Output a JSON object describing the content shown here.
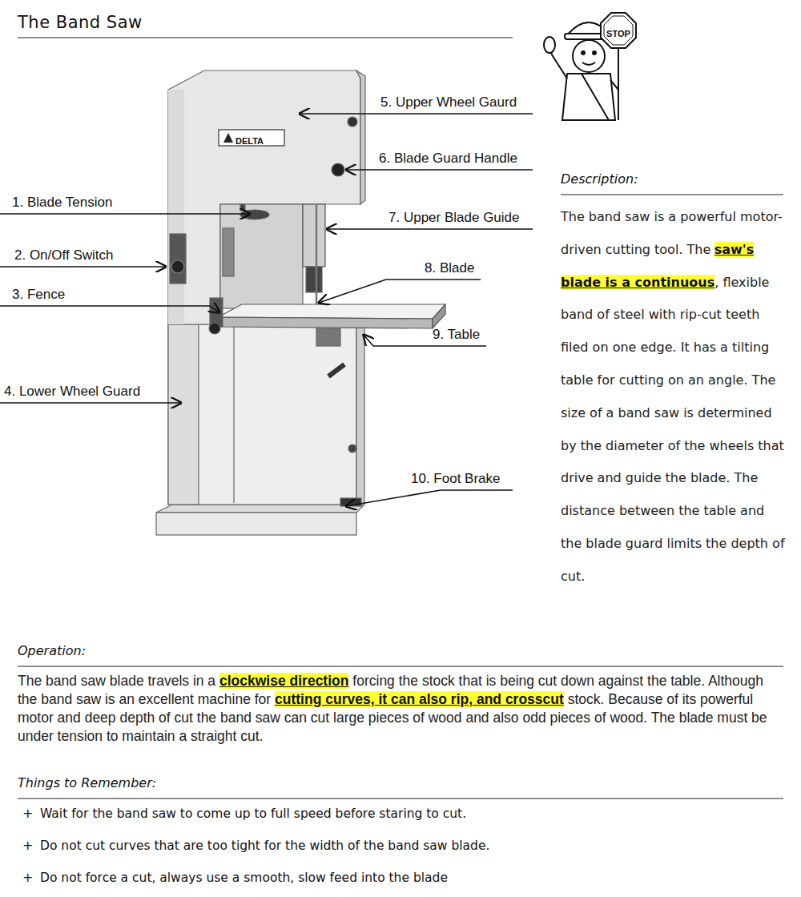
{
  "diagram": {
    "title": "The Band Saw",
    "labels": [
      "STOP",
      "5. Upper Wheel Gaurd",
      "DELTA",
      "6. Blade Guard Handle",
      "1. Blade Tension",
      "Description:",
      "7. Upper Blade Guide",
      "2. On/Off Switch",
      "8. Blade",
      "3. Fence",
      "9. Table",
      "4. Lower Wheel Guard",
      "10. Foot Brake",
      "The band saw is a powerful motor-driven cutting tool. The",
      "saw's blade is a continuous",
      ", flexible band of steel with rip-cut teeth filed on one edge. It has a tilting table for cutting on an angle. The size of a band saw is determined by the diameter of the wheels that drive and guide the blade. The distance between the table and the blade guard limits the depth of cut.",
      "Operation:",
      "The band saw blade travels in a",
      "clockwise direction",
      "forcing the stock that is being cut down against the table. Although the band saw is an excellent machine for",
      "cutting curves, it can also rip, and crosscut",
      "stock. Because of its powerful motor and deep depth of cut the band saw can cut large pieces of wood and also odd pieces of wood. The blade must be under tension to maintain a straight cut.",
      "Things to Remember:",
      "+",
      "Wait for the band saw to come up to full speed before staring to cut.",
      "+",
      "Do not cut curves that are too tight for the width of the band saw blade.",
      "+",
      "Do not force a cut, always use a smooth, slow feed into the blade"
    ]
  }
}
